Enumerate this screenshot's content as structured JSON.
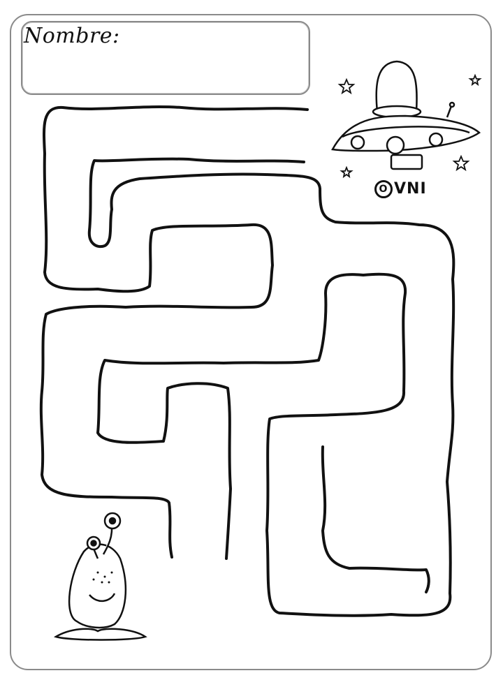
{
  "worksheet": {
    "name_label": "Nombre:",
    "name_value": "",
    "ufo_label_first": "O",
    "ufo_label_rest": "VNI"
  },
  "maze": {
    "start": "alien",
    "goal": "ufo"
  },
  "colors": {
    "ink": "#111111",
    "frame": "#8a8a8a",
    "background": "#ffffff"
  }
}
